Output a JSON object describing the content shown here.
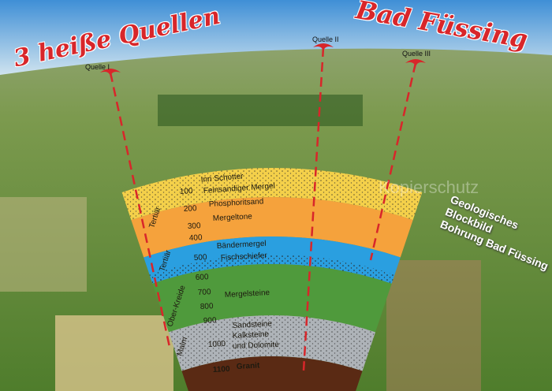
{
  "titles": {
    "left": "3 heiße Quellen",
    "right": "Bad Füssing"
  },
  "springs": [
    "Quelle I",
    "Quelle II",
    "Quelle III"
  ],
  "caption": [
    "Geologisches",
    "Blockbild",
    "Bohrung Bad Füssing"
  ],
  "layers": [
    {
      "name": "Inn Schotter",
      "color": "#f4d04a"
    },
    {
      "name": "Feinsandiger Mergel",
      "color": "#f4d04a"
    },
    {
      "name": "Phosphoritsand",
      "color": "#f5a23c"
    },
    {
      "name": "Mergeltone",
      "color": "#f5a23c"
    },
    {
      "name": "Bändermergel",
      "color": "#2a9fe0"
    },
    {
      "name": "Fischschiefer",
      "color": "#2a9fe0"
    },
    {
      "name": "Mergelsteine",
      "color": "#4f9a3c"
    },
    {
      "name": "Sandsteine",
      "color": "#aeb3b8"
    },
    {
      "name": "Kalksteine",
      "color": "#aeb3b8"
    },
    {
      "name": "und Dolomite",
      "color": "#aeb3b8"
    },
    {
      "name": "Granit",
      "color": "#5a2a14"
    }
  ],
  "periods": [
    "Tertiär",
    "Tertiär",
    "Ober-Kreide",
    "Malm"
  ],
  "depths": [
    "100",
    "200",
    "300",
    "400",
    "500",
    "600",
    "700",
    "800",
    "900",
    "1000",
    "1100"
  ],
  "watermark": "Kopierschutz",
  "accent": "#d8262a"
}
